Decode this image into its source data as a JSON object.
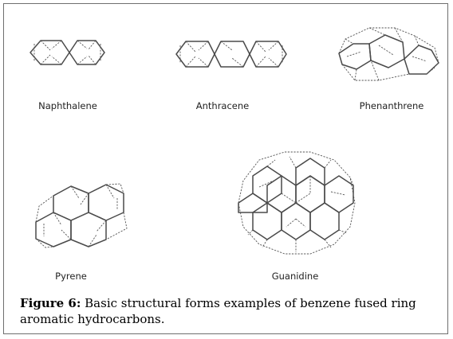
{
  "molecules": [
    {
      "id": "naphthalene",
      "label": "Naphthalene"
    },
    {
      "id": "anthracene",
      "label": "Anthracene"
    },
    {
      "id": "phenanthrene",
      "label": "Phenanthrene"
    },
    {
      "id": "pyrene",
      "label": "Pyrene"
    },
    {
      "id": "guanidine",
      "label": "Guanidine"
    }
  ],
  "caption": {
    "figure_label": "Figure 6:",
    "text": " Basic structural forms examples of benzene fused ring aromatic hydrocarbons."
  },
  "colors": {
    "border": "#6f6f6f",
    "line": "#4a4a4a",
    "text": "#222222"
  }
}
